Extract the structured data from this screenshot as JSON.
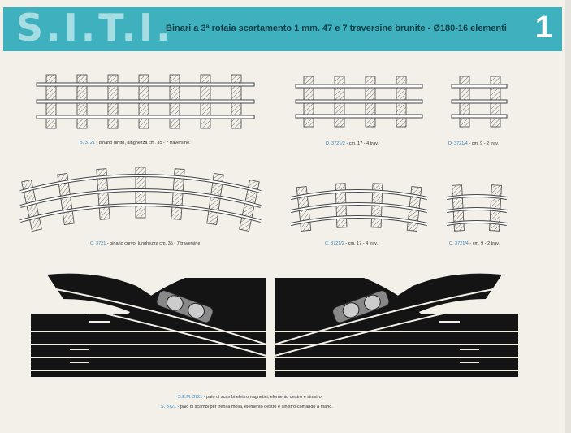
{
  "header": {
    "brand": "S.I.T.I.",
    "title": "Binari a 3ª rotaia scartamento 1 mm. 47 e 7 traversine brunite - Ø180-16 elementi",
    "page_number": "1",
    "colors": {
      "band": "#3fb0bd",
      "brand_text": "#a6dde3",
      "title_text": "#0f3f47"
    }
  },
  "captions": {
    "straight_full": {
      "code": "B. 3721",
      "text": " - binario diritto, lunghezza cm. 35 - 7 traversine."
    },
    "straight_half": {
      "code": "D. 3721/2",
      "text": " - cm. 17 - 4 trav."
    },
    "straight_quarter": {
      "code": "D. 3721/4",
      "text": " - cm. 9 - 2 trav."
    },
    "curve_full": {
      "code": "C. 3721",
      "text": " - binario curvo, lunghezza cm. 35 - 7 traversine."
    },
    "curve_half": {
      "code": "C. 3721/2",
      "text": " - cm. 17 - 4 trav."
    },
    "curve_quarter": {
      "code": "C. 3721/4",
      "text": " - cm. 9 - 2 trav."
    },
    "switch_electro": {
      "code": "S.E.M. 3721",
      "text": " - paio di scambi elettromagnetici, elemento destro e sinistro."
    },
    "switch_spring": {
      "code": "S. 3721",
      "text": " - paio di scambi per treni a molla, elemento destro e sinistro-comando a mano."
    }
  }
}
